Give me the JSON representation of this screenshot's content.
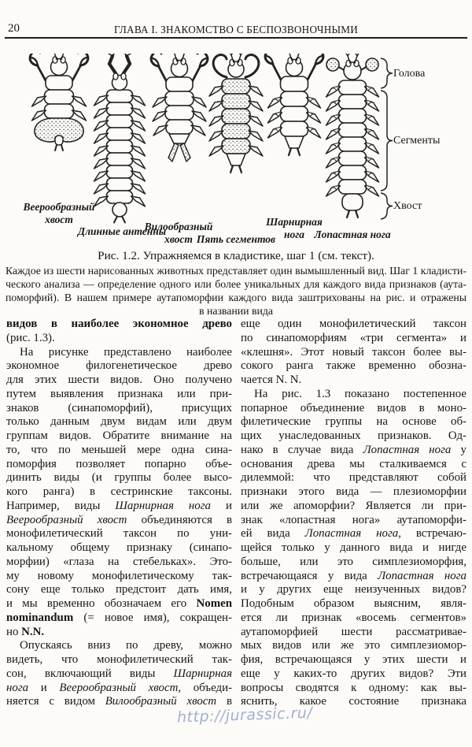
{
  "page": {
    "number": "20",
    "chapter_header": "ГЛАВА I. ЗНАКОМСТВО С БЕСПОЗВОНОЧНЫМИ"
  },
  "figure": {
    "caption": "Рис. 1.2. Упражняемся в кладистике, шаг 1 (см. текст).",
    "subcaption_lines": [
      {
        "h": "Каждое из шести нарисованных животных представляет один вымышленный вид. Шаг 1 кладисти-",
        "j": true
      },
      {
        "h": "ческого анализа — определение одного или более уникальных для каждого вида признаков (аута-",
        "j": true
      },
      {
        "h": "поморфий). В нашем примере аутапоморфии каждого вида заштрихованы на рис. и отражены",
        "j": true
      },
      {
        "h": "в названии вида",
        "c": true
      }
    ],
    "animal_labels": [
      {
        "text": "Веерообразный хвост"
      },
      {
        "text": "Длинные антенны"
      },
      {
        "text": "Вилообразный хвост"
      },
      {
        "text": "Пять сегментов"
      },
      {
        "text": "Шарнирная нога"
      },
      {
        "text": "Лопастная нога"
      }
    ],
    "bracket_labels": [
      {
        "text": "Голова"
      },
      {
        "text": "Сегменты"
      },
      {
        "text": "Хвост"
      }
    ]
  },
  "body": {
    "left_lines": [
      {
        "h": "<b>видов в наиболее экономное древо</b>",
        "j": true
      },
      {
        "h": "(рис. 1.3)."
      },
      {
        "h": "На рисунке представлено наиболее",
        "j": true,
        "i": true
      },
      {
        "h": "экономное филогенетическое древо",
        "j": true
      },
      {
        "h": "для этих шести видов. Оно получено",
        "j": true
      },
      {
        "h": "путем выявления признака или при-",
        "j": true
      },
      {
        "h": "знаков (синапоморфий), присущих",
        "j": true
      },
      {
        "h": "только данным двум видам или двум",
        "j": true
      },
      {
        "h": "группам видов. Обратите внимание на",
        "j": true
      },
      {
        "h": "то, что по меньшей мере одна сина-",
        "j": true
      },
      {
        "h": "поморфия позволяет попарно объе-",
        "j": true
      },
      {
        "h": "динить виды (и группы более высо-",
        "j": true
      },
      {
        "h": "кого ранга) в сестринские таксоны.",
        "j": true
      },
      {
        "h": "Например, виды <i>Шарнирная нога</i> и",
        "j": true
      },
      {
        "h": "<i>Веерообразный хвост</i> объединяются в",
        "j": true
      },
      {
        "h": "монофилетический таксон по уни-",
        "j": true
      },
      {
        "h": "кальному общему признаку (синапо-",
        "j": true
      },
      {
        "h": "морфии) «глаза на стебельках». Это-",
        "j": true
      },
      {
        "h": "му новому монофилетическому так-",
        "j": true
      },
      {
        "h": "сону еще только предстоит дать имя,",
        "j": true
      },
      {
        "h": "и мы временно обозначаем его <b>Nomen</b>",
        "j": true
      },
      {
        "h": "<b>nominandum</b> (= новое имя), сокращен-",
        "j": true
      },
      {
        "h": "но <b>N.N.</b>"
      },
      {
        "h": "Опускаясь вниз по древу, можно",
        "j": true,
        "i": true
      },
      {
        "h": "видеть, что монофилетический так-",
        "j": true
      },
      {
        "h": "сон, включающий виды <i>Шарнирная</i>",
        "j": true
      },
      {
        "h": "<i>нога</i> и <i>Веерообразный хвост</i>, объеди-",
        "j": true
      },
      {
        "h": "няется с видом <i>Вилообразный хвост</i> в",
        "j": true
      }
    ],
    "right_lines": [
      {
        "h": "еще один монофилетический таксон",
        "j": true
      },
      {
        "h": "по синапоморфиям «три сегмента» и",
        "j": true
      },
      {
        "h": "«клешня». Этот новый таксон более вы-",
        "j": true
      },
      {
        "h": "сокого ранга также временно обозна-",
        "j": true
      },
      {
        "h": "чается N. N."
      },
      {
        "h": "На рис. 1.3 показано постепенное",
        "j": true,
        "i": true
      },
      {
        "h": "попарное объединение видов в моно-",
        "j": true
      },
      {
        "h": "филетические группы на основе об-",
        "j": true
      },
      {
        "h": "щих унаследованных признаков. Од-",
        "j": true
      },
      {
        "h": "нако в случае вида <i>Лопастная нога</i> у",
        "j": true
      },
      {
        "h": "основания древа мы сталкиваемся с",
        "j": true
      },
      {
        "h": "дилеммой: что представляют собой",
        "j": true
      },
      {
        "h": "признаки этого вида — плезиоморфии",
        "j": true
      },
      {
        "h": "или же апоморфии? Является ли при-",
        "j": true
      },
      {
        "h": "знак «лопастная нога» аутапоморфи-",
        "j": true
      },
      {
        "h": "ей вида <i>Лопастная нога</i>, встречаю-",
        "j": true
      },
      {
        "h": "щейся только у данного вида и нигде",
        "j": true
      },
      {
        "h": "больше, или это симплезиоморфия,",
        "j": true
      },
      {
        "h": "встречающаяся у вида <i>Лопастная нога</i>",
        "j": true
      },
      {
        "h": "и у других еще неизученных видов?",
        "j": true
      },
      {
        "h": "Подобным образом выясним, явля-",
        "j": true
      },
      {
        "h": "ется ли признак «восемь сегментов»",
        "j": true
      },
      {
        "h": "аутапоморфией шести рассматривае-",
        "j": true
      },
      {
        "h": "мых видов или же это симплезиомор-",
        "j": true
      },
      {
        "h": "фия, встречающаяся у этих шести и",
        "j": true
      },
      {
        "h": "еще у каких-то других видов? Эти",
        "j": true
      },
      {
        "h": "вопросы сводятся к одному: как вы-",
        "j": true
      },
      {
        "h": "яснить, какое состояние признака",
        "j": true
      }
    ]
  },
  "watermark": {
    "text": "http://jurassic.ru/",
    "color": "#8d9bce"
  }
}
